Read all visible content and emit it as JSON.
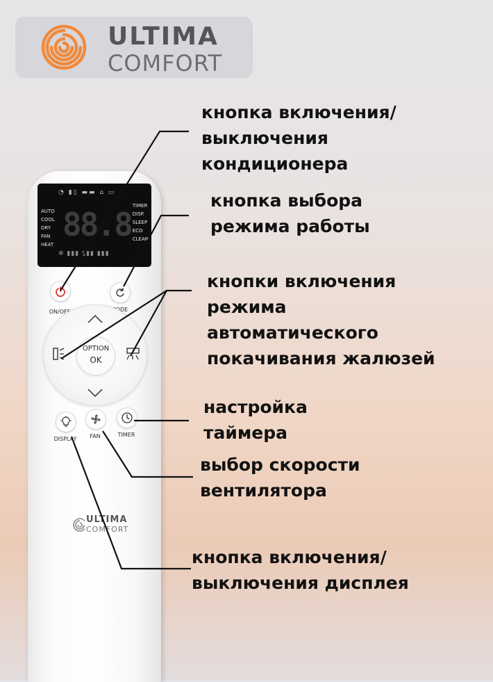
{
  "brand": {
    "line1": "ULTIMA",
    "line2": "COMFORT",
    "colors": {
      "swirl": "#f08a3c",
      "text": "#555558",
      "badge": "#d7d6da"
    }
  },
  "remote": {
    "lcd": {
      "modes_left": [
        "AUTO",
        "COOL",
        "DRY",
        "FAN",
        "HEAT"
      ],
      "modes_right": [
        "TIMER",
        "DISP.",
        "SLEEP",
        "ECO",
        "CLEAN"
      ],
      "digits": "88.8"
    },
    "buttons": {
      "onoff": "ON/OFF",
      "mode": "MODE",
      "option_ok_top": "OPTION",
      "option_ok_bottom": "OK",
      "display": "DISPLAY",
      "fan": "FAN",
      "timer": "TIMER"
    },
    "logo": {
      "line1": "ULTIMA",
      "line2": "COMFORT"
    },
    "colors": {
      "power": "#e0322c",
      "body": "#ffffff",
      "lcd": "#0d0d0f"
    }
  },
  "callouts": {
    "power": [
      "кнопка включения/",
      "выключения",
      "кондиционера"
    ],
    "mode": [
      "кнопка выбора",
      "режима работы"
    ],
    "swing": [
      "кнопки включения",
      "режима",
      "автоматического",
      "покачивания жалюзей"
    ],
    "timer": [
      "настройка",
      "таймера"
    ],
    "fan": [
      "выбор скорости",
      "вентилятора"
    ],
    "display": [
      "кнопка включения/",
      "выключения дисплея"
    ]
  }
}
